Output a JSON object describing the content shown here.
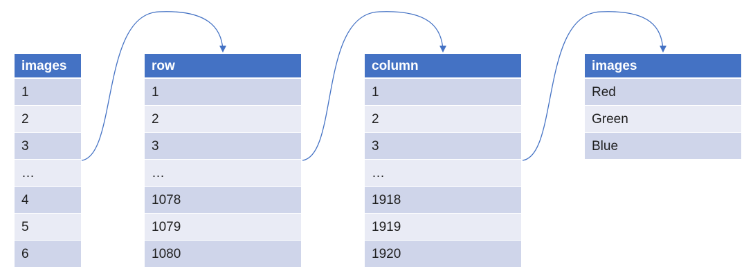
{
  "tables": [
    {
      "id": "t1",
      "header": "images",
      "rows": [
        "1",
        "2",
        "3",
        "…",
        "4",
        "5",
        "6"
      ]
    },
    {
      "id": "t2",
      "header": "row",
      "rows": [
        "1",
        "2",
        "3",
        "…",
        "1078",
        "1079",
        "1080"
      ]
    },
    {
      "id": "t3",
      "header": "column",
      "rows": [
        "1",
        "2",
        "3",
        "…",
        "1918",
        "1919",
        "1920"
      ]
    },
    {
      "id": "t4",
      "header": "images",
      "rows": [
        "Red",
        "Green",
        "Blue"
      ]
    }
  ],
  "colors": {
    "header_bg": "#4472c4",
    "row_dark": "#cfd5ea",
    "row_light": "#e9ebf5",
    "connector": "#4472c4"
  }
}
